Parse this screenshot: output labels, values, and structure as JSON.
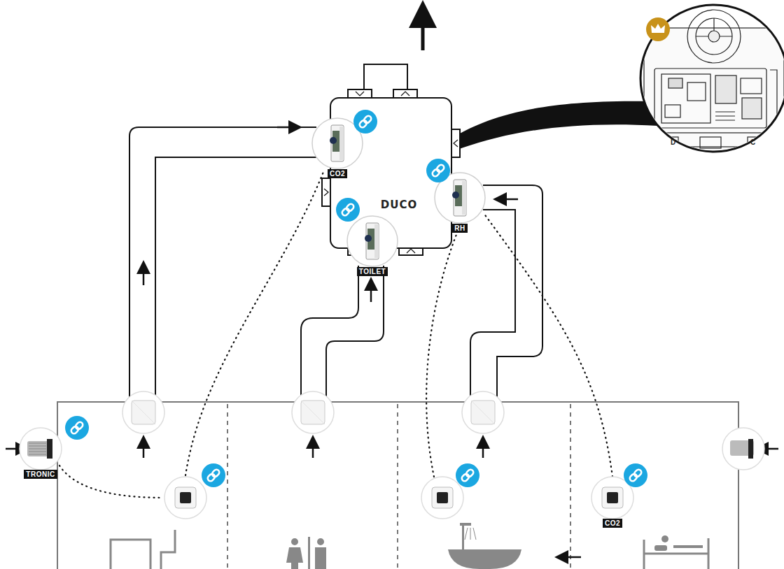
{
  "diagram": {
    "nodes": [
      {
        "text": [
          "DUCO"
        ]
      },
      {
        "text": [
          "CO2"
        ],
        "in": 0
      },
      {
        "text": [
          "TOILET"
        ],
        "in": 0
      },
      {
        "text": [
          "RH"
        ],
        "in": 0
      },
      {
        "text": [
          "TRONIC"
        ]
      },
      {
        "text": [
          "CO2"
        ]
      }
    ],
    "edges": [
      {
        "from": 5,
        "to": 3,
        "arrow": "none"
      }
    ],
    "labels": [
      "D",
      "C"
    ]
  }
}
